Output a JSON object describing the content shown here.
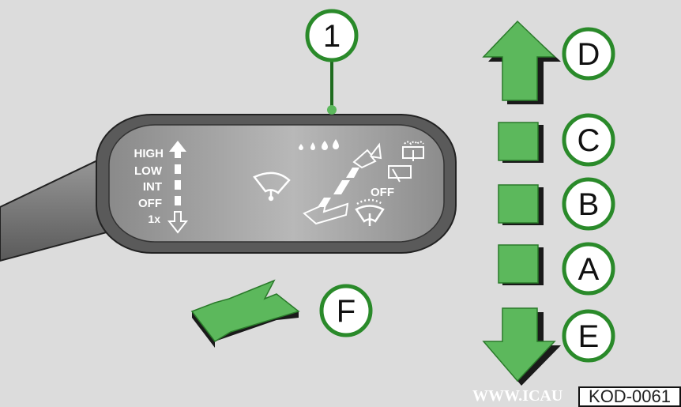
{
  "lever_labels": {
    "high": "HIGH",
    "low": "LOW",
    "int": "INT",
    "off": "OFF",
    "once": "1x",
    "rear_off": "OFF"
  },
  "callouts": {
    "one": "1",
    "a": "A",
    "b": "B",
    "c": "C",
    "d": "D",
    "e": "E",
    "f": "F"
  },
  "watermark": "WWW.ICAU",
  "code": "KOD-0061",
  "colors": {
    "green": "#5cb85c",
    "green_dark": "#1e6b1e",
    "background": "#dcdcdc",
    "lever": "#5a5a5a"
  }
}
